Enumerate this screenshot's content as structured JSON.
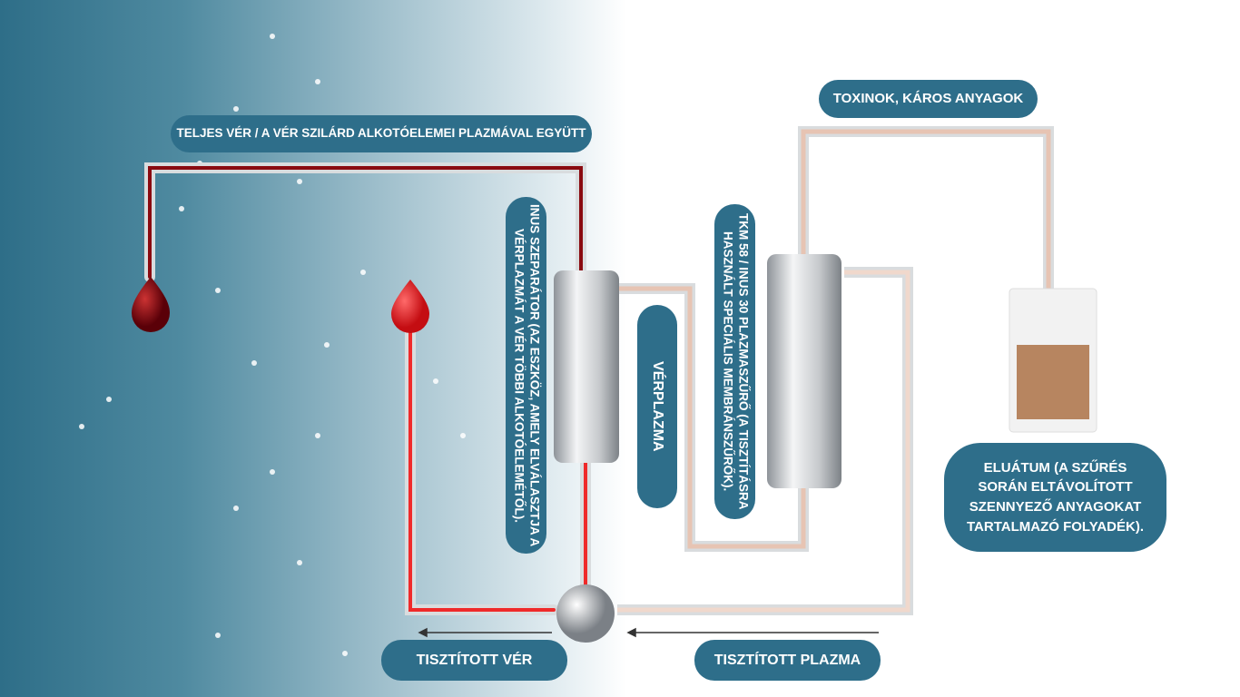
{
  "labels": {
    "whole_blood": "TELJES VÉR / A VÉR SZILÁRD ALKOTÓELEMEI PLAZMÁVAL EGYÜTT",
    "toxins": "TOXINOK, KÁROS ANYAGOK",
    "separator": "INUS SZEPARÁTOR (AZ ESZKÖZ, AMELY ELVÁLASZTJA A VÉRPLAZMÁT A VÉR TÖBBI ALKOTÓELEMÉTŐL).",
    "plasma": "VÉRPLAZMA",
    "filter": "TKM 58 / INUS 30 PLAZMASZŰRŐ (A TISZTÍTÁSRA HASZNÁLT SPECIÁLIS MEMBRÁNSZŰRŐK).",
    "eluate": "ELUÁTUM (A SZŰRÉS SORÁN ELTÁVOLÍTOTT SZENNYEZŐ ANYAGOKAT TARTALMAZÓ FOLYADÉK).",
    "clean_blood": "TISZTÍTOTT VÉR",
    "clean_plasma": "TISZTÍTOTT PLAZMA"
  },
  "colors": {
    "pill": "#2e6e8a",
    "blood_dark": "#8a0a10",
    "blood_bright": "#e02020",
    "plasma_pipe": "#e7c4b3"
  }
}
